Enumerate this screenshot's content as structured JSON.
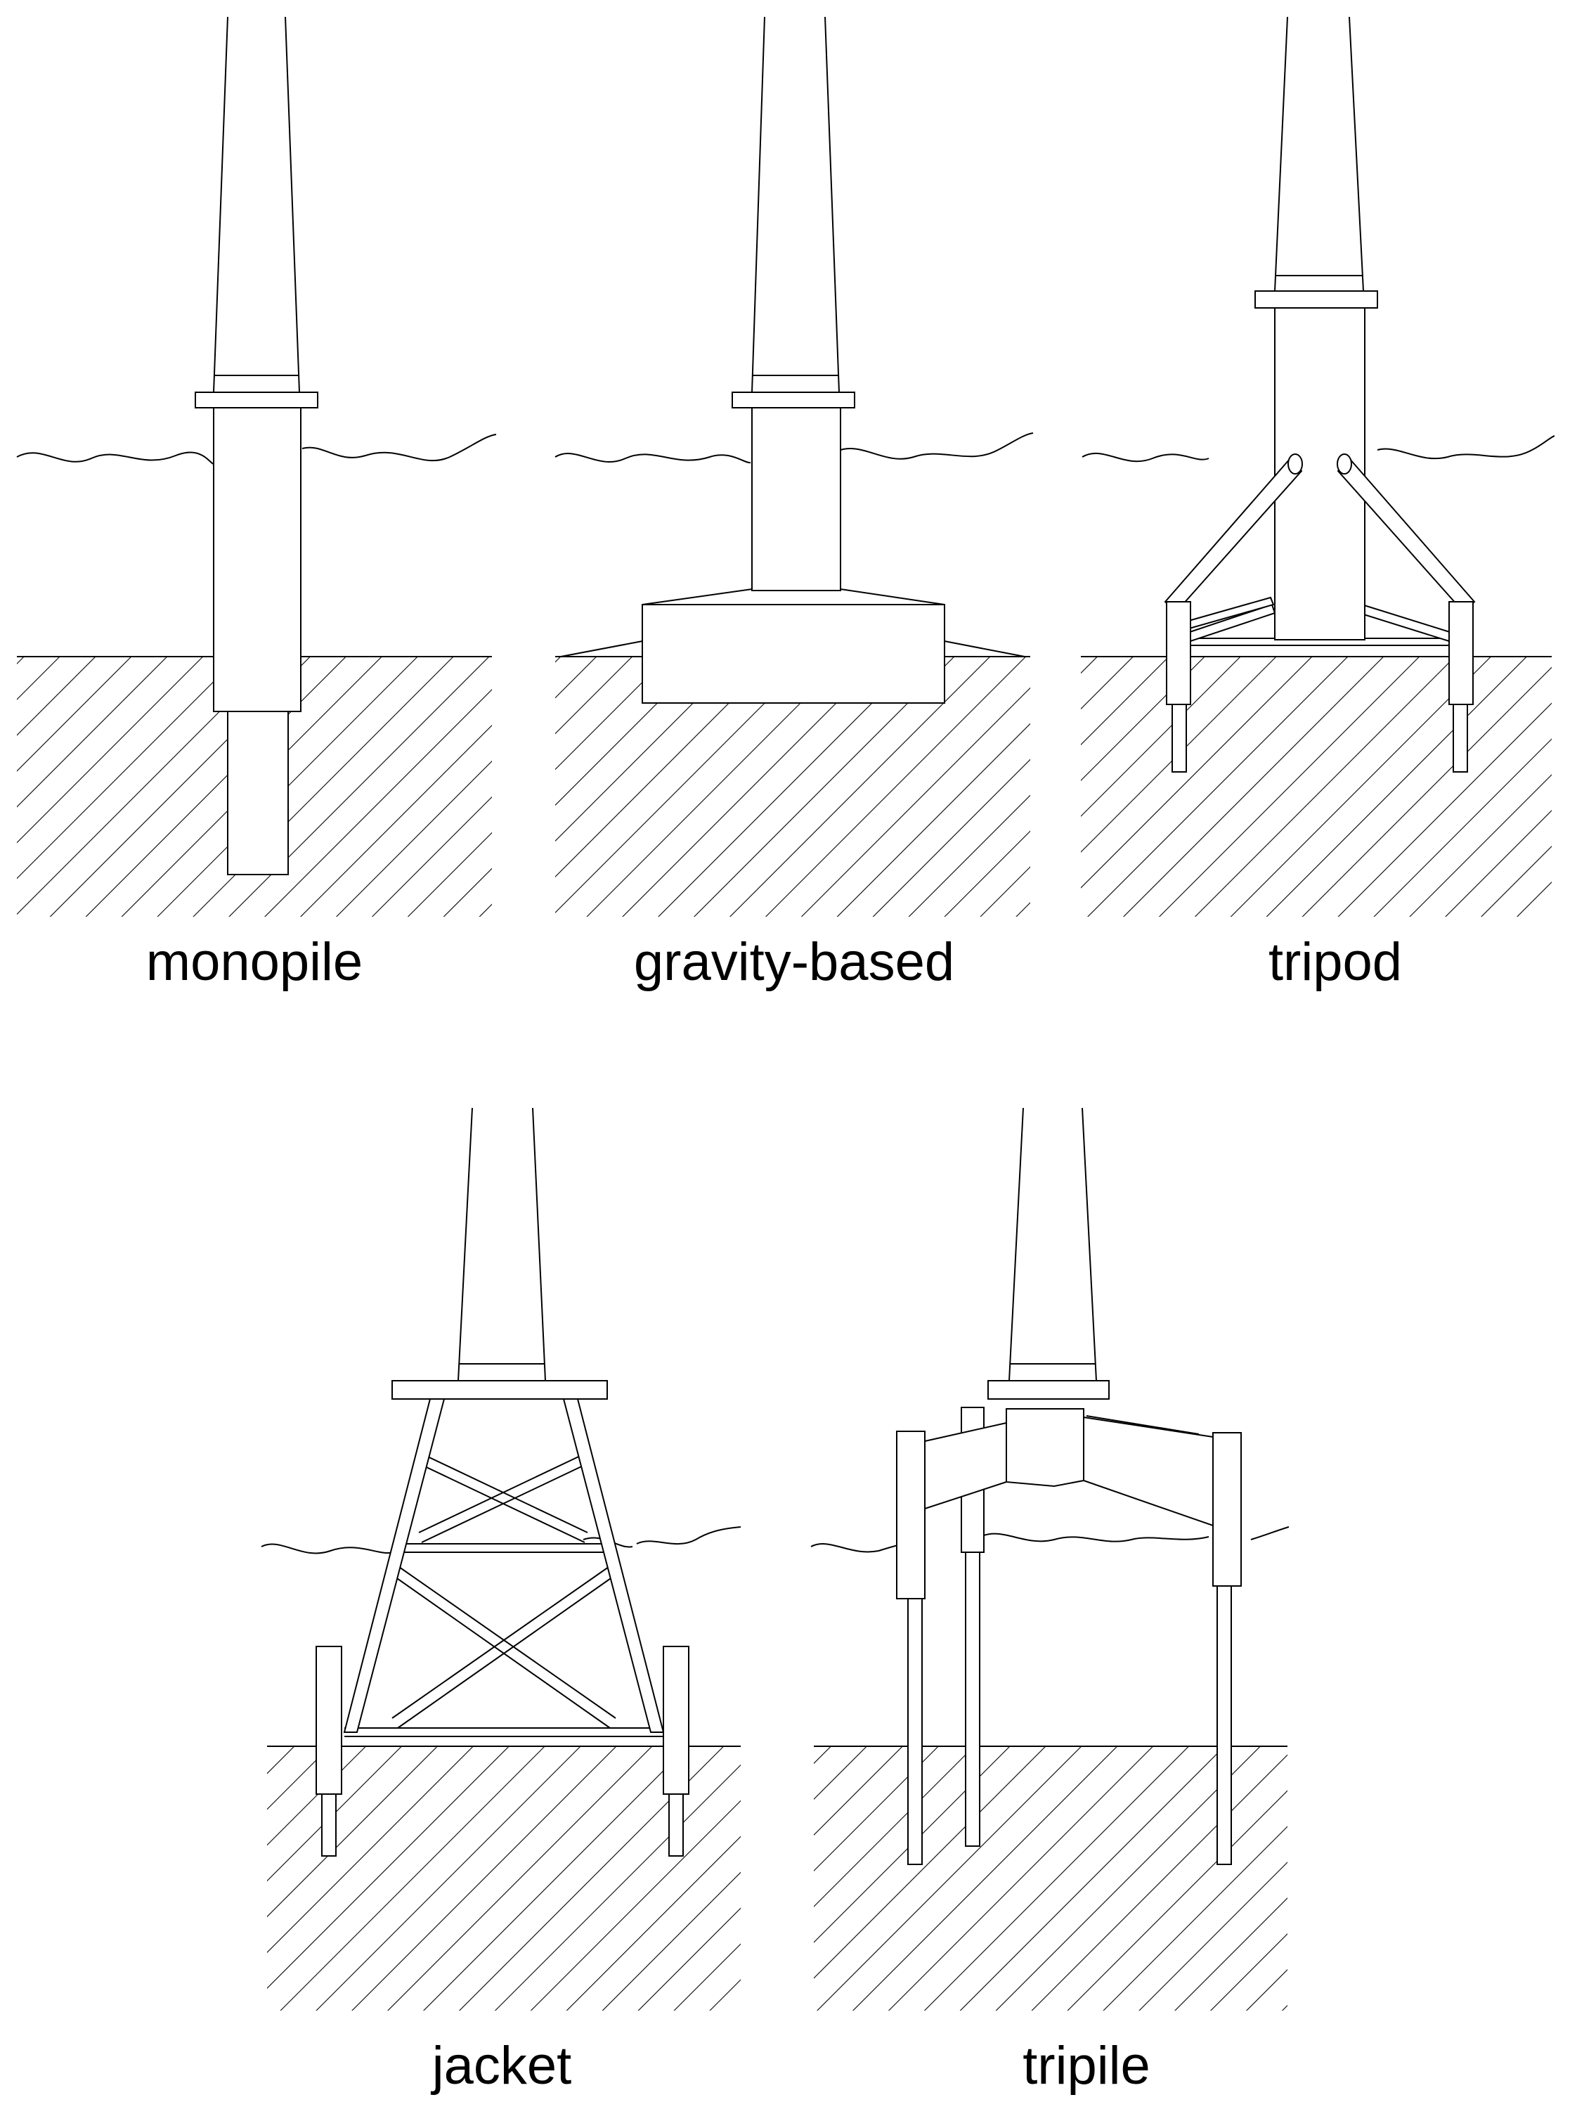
{
  "labels": {
    "monopile": "monopile",
    "gravity": "gravity-based",
    "tripod": "tripod",
    "jacket": "jacket",
    "tripile": "tripile"
  },
  "colors": {
    "ink": "#000000",
    "paper": "#ffffff"
  }
}
